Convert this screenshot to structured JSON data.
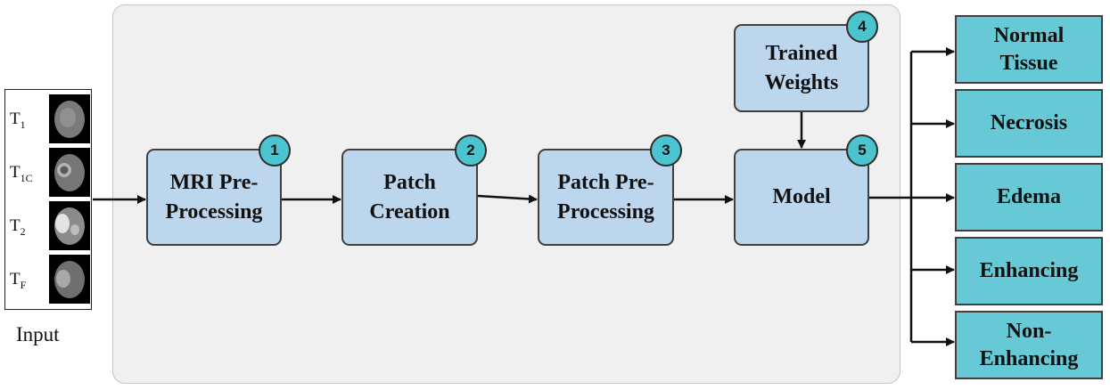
{
  "input": {
    "caption": "Input",
    "modalities": [
      {
        "base": "T",
        "sub": "1"
      },
      {
        "base": "T",
        "sub": "1C"
      },
      {
        "base": "T",
        "sub": "2"
      },
      {
        "base": "T",
        "sub": "F"
      }
    ]
  },
  "steps": [
    {
      "label": "MRI Pre-\nProcessing",
      "badge": "1"
    },
    {
      "label": "Patch\nCreation",
      "badge": "2"
    },
    {
      "label": "Patch Pre-\nProcessing",
      "badge": "3"
    },
    {
      "label": "Trained\nWeights",
      "badge": "4"
    },
    {
      "label": "Model",
      "badge": "5"
    }
  ],
  "outputs": [
    "Normal\nTissue",
    "Necrosis",
    "Edema",
    "Enhancing",
    "Non-\nEnhancing"
  ],
  "colors": {
    "step_fill": "#bcd6ee",
    "badge_fill": "#4cc4cf",
    "output_fill": "#67c9d6",
    "panel_fill": "#f0f0f0"
  }
}
